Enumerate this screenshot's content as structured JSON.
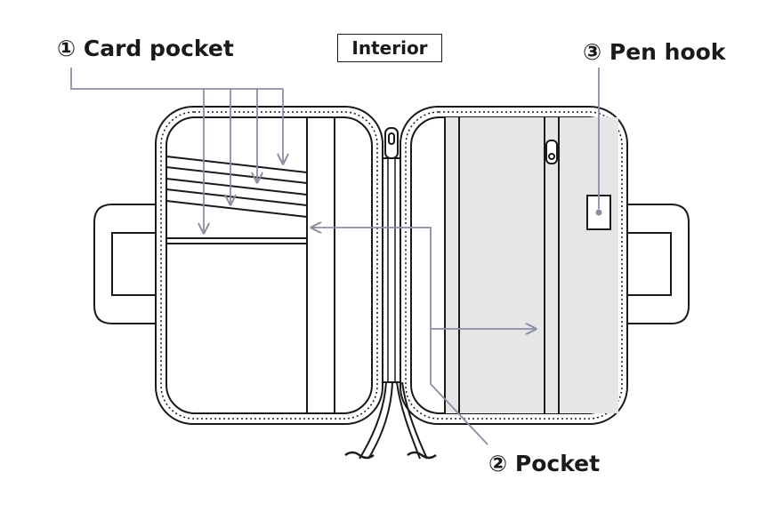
{
  "title": "Interior",
  "labels": {
    "card_pocket": "① Card pocket",
    "pocket": "② Pocket",
    "pen_hook": "③ Pen hook"
  },
  "colors": {
    "outline": "#1a1a1a",
    "callout": "#8a8fa3",
    "pocket_fill": "#e6e6e6"
  }
}
